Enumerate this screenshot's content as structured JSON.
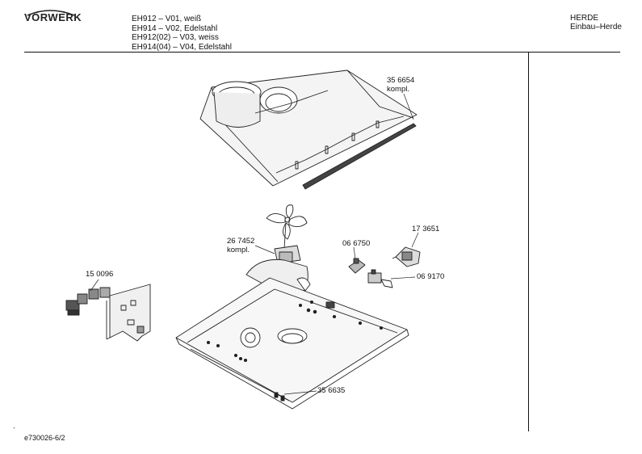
{
  "header": {
    "brand": "VORWERK",
    "models": [
      "EH912 – V01, weiß",
      "EH914 – V02, Edelstahl",
      "EH912(02) – V03, weiss",
      "EH914(04) – V04, Edelstahl"
    ],
    "category_line1": "HERDE",
    "category_line2": "Einbau–Herde"
  },
  "parts": [
    {
      "number": "35 6654",
      "note": "kompl."
    },
    {
      "number": "26 7452",
      "note": "kompl."
    },
    {
      "number": "17 3651"
    },
    {
      "number": "06 6750"
    },
    {
      "number": "06 9170"
    },
    {
      "number": "15 0096"
    },
    {
      "number": "35 6635"
    }
  ],
  "footer": {
    "tick": "`",
    "doc_id": "e730026-6/2"
  }
}
